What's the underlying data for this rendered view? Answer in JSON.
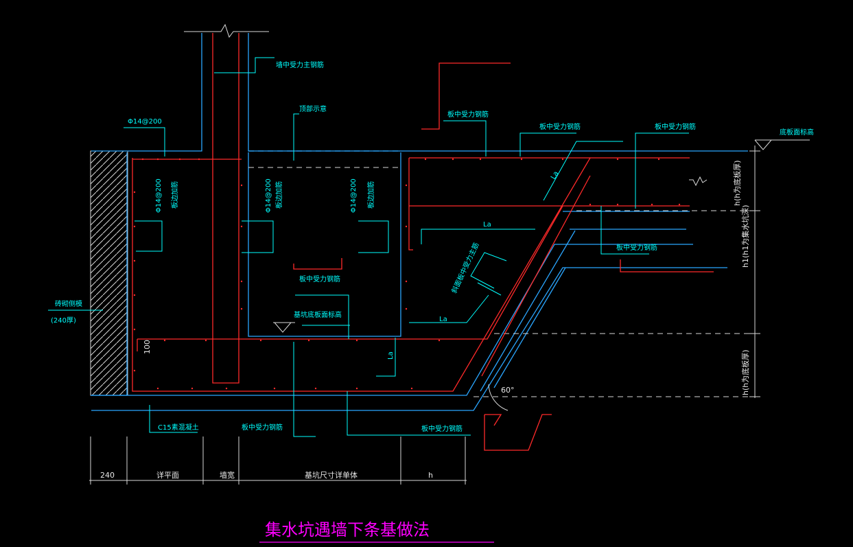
{
  "title": "集水坑遇墙下条基做法",
  "labels": {
    "wall_main_bar": "墙中受力主钢筋",
    "top_note": "顶部示意",
    "slab_bar": "板中受力钢筋",
    "floor_elev": "底板面标高",
    "rebar_d14_200": "Φ14@200",
    "pit_floor_elev": "基坑底板面标高",
    "slope_bar": "斜面板中受力主筋",
    "masonry_wall": "砖砌侧模",
    "masonry_thk": "(240厚)",
    "c15": "C15素混凝土",
    "dim_100": "100",
    "la": "La",
    "angle": "60°",
    "edge_add": "板边加筋",
    "h_slab": "h(h为底板厚)",
    "h1_pit": "h1(h1为集水坑深)",
    "h_slab2": "h(h为底板厚)"
  },
  "dims": {
    "d240": "240",
    "detail": "详平面",
    "wall": "墙宽",
    "pit_size": "基坑尺寸详单体",
    "h": "h"
  },
  "colors": {
    "cyan": "#00ffff",
    "blue": "#2aa6ff",
    "red": "#ff2a2a",
    "magenta": "#ff00ff",
    "white": "#d9d9d9"
  }
}
